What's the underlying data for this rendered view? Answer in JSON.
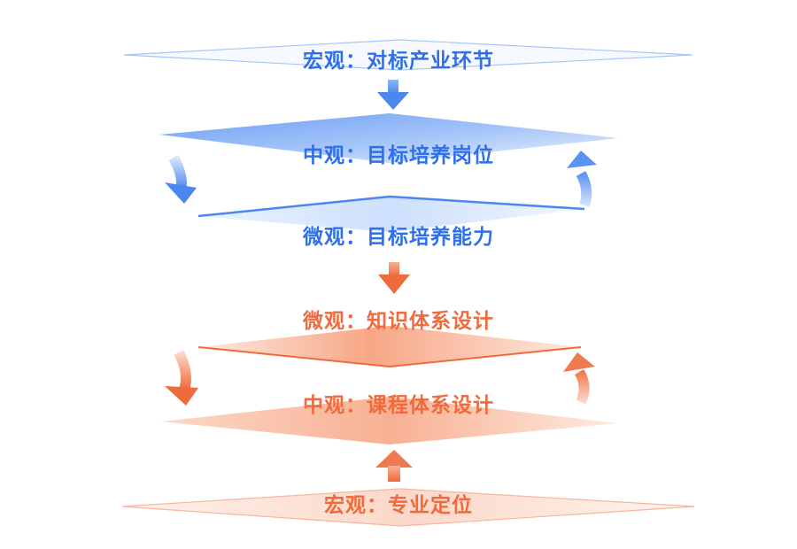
{
  "title": "",
  "levels": {
    "top_macro": "宏观：对标产业环节",
    "top_meso": "中观：目标培养岗位",
    "top_micro": "微观：目标培养能力",
    "bottom_micro": "微观：知识体系设计",
    "bottom_meso": "中观：课程体系设计",
    "bottom_macro": "宏观：专业定位"
  },
  "colors": {
    "blue_text": "#2f6fe8",
    "blue_fill": "#5b93f3",
    "orange_text": "#ef6a3c",
    "orange_fill": "#f4845a"
  }
}
